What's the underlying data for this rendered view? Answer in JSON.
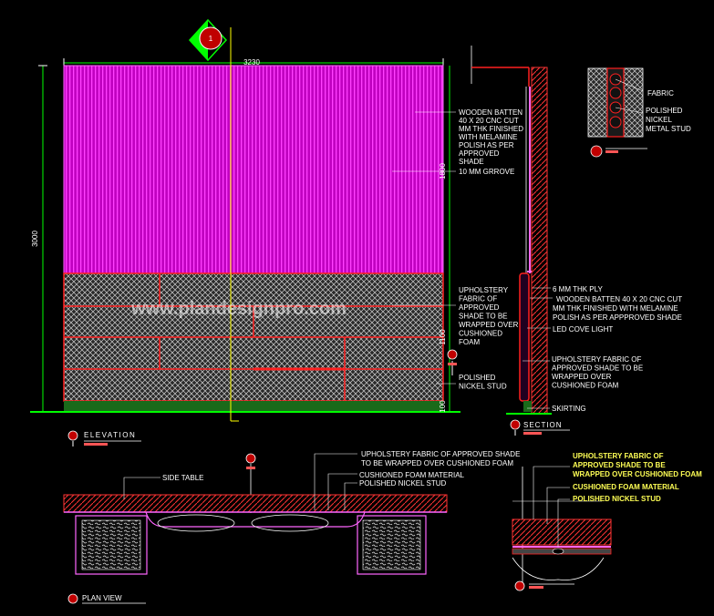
{
  "drawing": {
    "elevation_marker": "1",
    "dim_width": "3230",
    "dim_height": "3000",
    "dim_upper": "1800",
    "dim_lower": "1100",
    "dim_skirting": "100",
    "watermark": "www.plandesignpro.com"
  },
  "elevation_notes": {
    "batten": [
      "WOODEN BATTEN",
      "40 X 20 CNC CUT",
      "MM THK FINISHED",
      "WITH MELAMINE",
      "POLISH AS PER",
      "APPROVED",
      "SHADE"
    ],
    "groove": "10 MM GRROVE",
    "upholstery": [
      "UPHOLSTERY",
      "FABRIC OF",
      "APPROVED",
      "SHADE TO BE",
      "WRAPPED OVER",
      "CUSHIONED",
      "FOAM"
    ],
    "stud": [
      "POLISHED",
      "NICKEL STUD"
    ]
  },
  "detail_notes": {
    "fabric": "FABRIC",
    "stud": [
      "POLISHED",
      "NICKEL",
      "METAL STUD"
    ]
  },
  "section_notes": {
    "ply": "6 MM THK PLY",
    "batten": [
      "WOODEN BATTEN 40 X 20 CNC CUT",
      "MM THK FINISHED WITH MELAMINE",
      "POLISH AS PER APPPROVED SHADE"
    ],
    "led": "LED COVE  LIGHT",
    "upholstery": [
      "UPHOLSTERY FABRIC OF",
      "APPROVED SHADE TO BE",
      "WRAPPED OVER",
      "CUSHIONED FOAM"
    ],
    "skirting": "SKIRTING"
  },
  "plan_notes": {
    "side_table": "SIDE TABLE",
    "upholstery": [
      "UPHOLSTERY FABRIC OF APPROVED SHADE",
      "TO BE WRAPPED OVER CUSHIONED FOAM"
    ],
    "foam": "CUSHIONED FOAM MATERIAL",
    "stud": "POLISHED NICKEL STUD"
  },
  "plan_detail_notes": {
    "upholstery": [
      "UPHOLSTERY FABRIC OF",
      "APPROVED SHADE TO BE",
      "WRAPPED OVER CUSHIONED FOAM"
    ],
    "foam": "CUSHIONED FOAM MATERIAL",
    "stud": "POLISHED NICKEL STUD"
  },
  "titles": {
    "elevation": "ELEVATION",
    "section": "SECTION",
    "plan": "PLAN VIEW"
  }
}
